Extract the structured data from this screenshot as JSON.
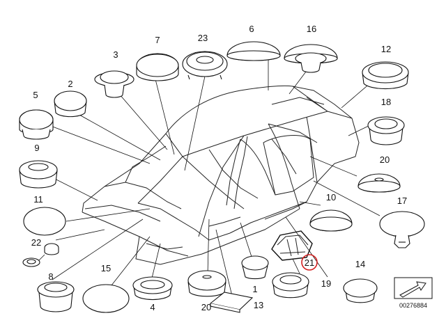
{
  "callouts": [
    {
      "id": "1",
      "label": "1"
    },
    {
      "id": "2",
      "label": "2"
    },
    {
      "id": "3",
      "label": "3"
    },
    {
      "id": "4",
      "label": "4"
    },
    {
      "id": "5",
      "label": "5"
    },
    {
      "id": "6",
      "label": "6"
    },
    {
      "id": "7",
      "label": "7"
    },
    {
      "id": "8",
      "label": "8"
    },
    {
      "id": "9",
      "label": "9"
    },
    {
      "id": "10",
      "label": "10"
    },
    {
      "id": "11",
      "label": "11"
    },
    {
      "id": "12",
      "label": "12"
    },
    {
      "id": "13",
      "label": "13"
    },
    {
      "id": "14",
      "label": "14"
    },
    {
      "id": "15",
      "label": "15"
    },
    {
      "id": "16",
      "label": "16"
    },
    {
      "id": "17",
      "label": "17"
    },
    {
      "id": "18",
      "label": "18"
    },
    {
      "id": "19",
      "label": "19"
    },
    {
      "id": "20a",
      "label": "20"
    },
    {
      "id": "20b",
      "label": "20"
    },
    {
      "id": "21",
      "label": "21"
    },
    {
      "id": "22",
      "label": "22"
    },
    {
      "id": "23",
      "label": "23"
    }
  ],
  "highlight_color": "#d42020",
  "document_id": "00276884"
}
